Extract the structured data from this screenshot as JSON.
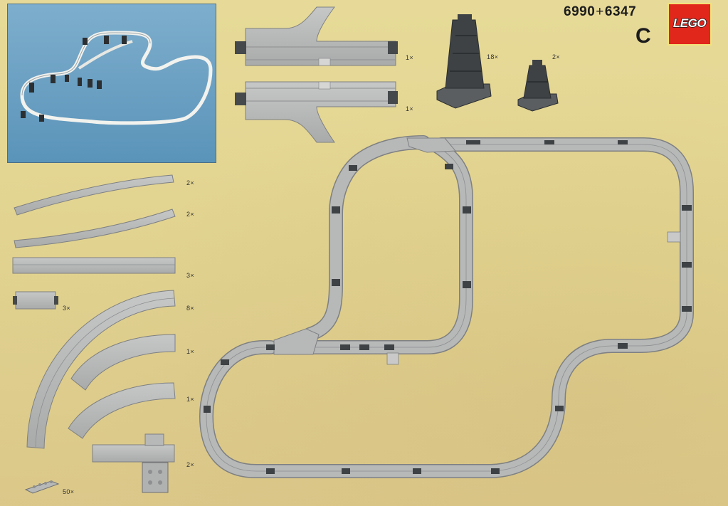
{
  "header": {
    "set_number_a": "6990",
    "set_number_plus": "+",
    "set_number_b": "6347",
    "page_letter": "C",
    "logo_text": "LEGO"
  },
  "quantities": {
    "switch_left": "1×",
    "switch_right": "1×",
    "tall_pillar": "18×",
    "short_pillar": "2×",
    "curve_flex_a": "2×",
    "curve_flex_b": "2×",
    "straight_long": "3×",
    "straight_short": "3×",
    "curve_large": "8×",
    "curve_small_a": "1×",
    "curve_small_b": "1×",
    "ramp_station": "2×",
    "plate_1x4": "50×"
  },
  "colors": {
    "track_gray": "#b7b8b8",
    "track_edge": "#7e8082",
    "pillar_dark": "#3e4244",
    "background_tan": "#e2d48f",
    "photo_blue": "#6ea2c4",
    "logo_red": "#e1261c"
  }
}
